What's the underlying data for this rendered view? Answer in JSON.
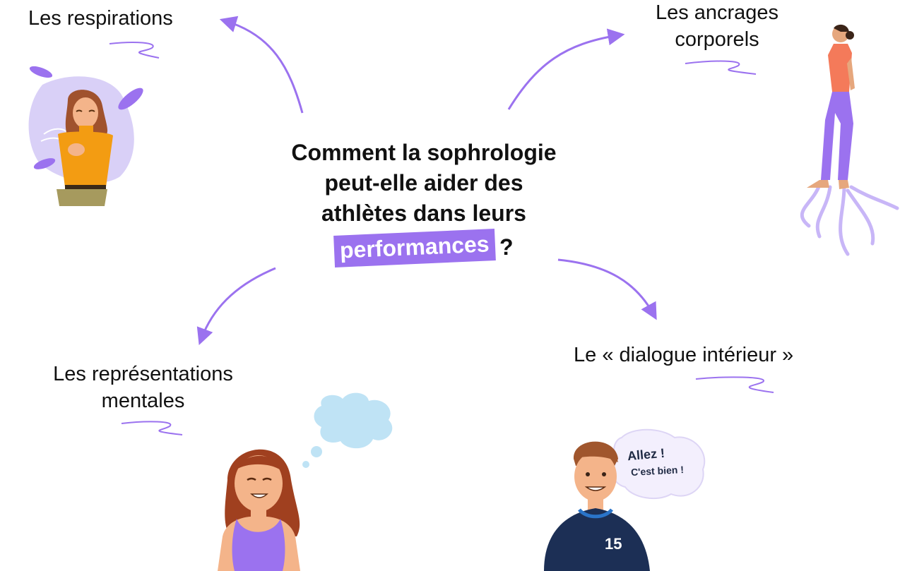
{
  "center": {
    "line1": "Comment la sophrologie",
    "line2": "peut-elle aider des",
    "line3": "athlètes dans leurs",
    "highlight": "performances",
    "question_mark": "?"
  },
  "nodes": {
    "respirations": "Les respirations",
    "ancrages_line1": "Les ancrages",
    "ancrages_line2": "corporels",
    "representations_line1": "Les représentations",
    "representations_line2": "mentales",
    "dialogue": "Le « dialogue intérieur »"
  },
  "speech_bubble": {
    "line1": "Allez !",
    "line2": "C'est bien !"
  },
  "jersey_number": "15",
  "colors": {
    "accent": "#9b72ef",
    "text": "#111111",
    "jersey": "#1c2f55",
    "thought": "#bfe3f5"
  },
  "icons": [
    "breathing-woman",
    "standing-woman-with-roots",
    "smiling-woman-thinking",
    "football-player"
  ]
}
